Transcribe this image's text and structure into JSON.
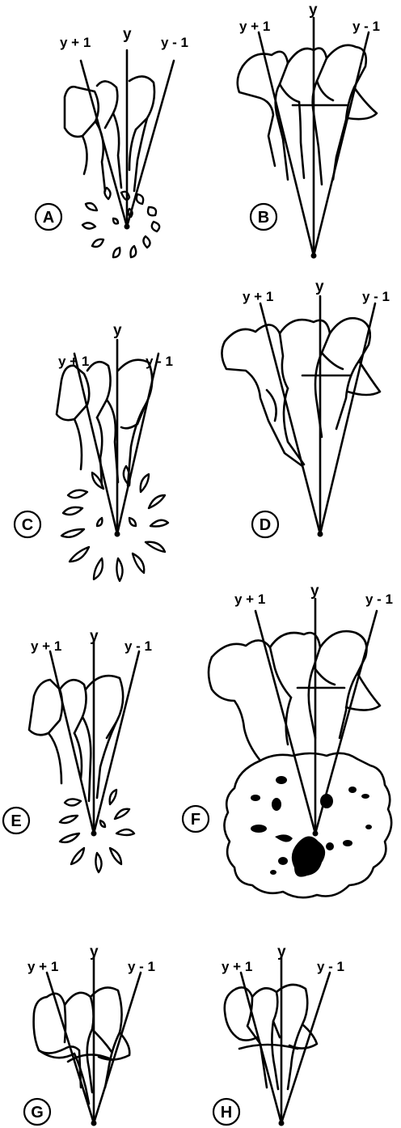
{
  "panels": [
    {
      "id": "A",
      "labels": {
        "left": "y + 1",
        "center": "y",
        "right": "y - 1"
      }
    },
    {
      "id": "B",
      "labels": {
        "left": "y + 1",
        "center": "y",
        "right": "y - 1"
      }
    },
    {
      "id": "C",
      "labels": {
        "left": "y + 1",
        "center": "y",
        "right": "y - 1"
      }
    },
    {
      "id": "D",
      "labels": {
        "left": "y + 1",
        "center": "y",
        "right": "y - 1"
      }
    },
    {
      "id": "E",
      "labels": {
        "left": "y + 1",
        "center": "y",
        "right": "y - 1"
      }
    },
    {
      "id": "F",
      "labels": {
        "left": "y + 1",
        "center": "y",
        "right": "y - 1"
      }
    },
    {
      "id": "G",
      "labels": {
        "left": "y + 1",
        "center": "y",
        "right": "y - 1"
      }
    },
    {
      "id": "H",
      "labels": {
        "left": "y + 1",
        "center": "y",
        "right": "y - 1"
      }
    }
  ],
  "colors": {
    "ink": "#000000",
    "background": "#ffffff"
  }
}
